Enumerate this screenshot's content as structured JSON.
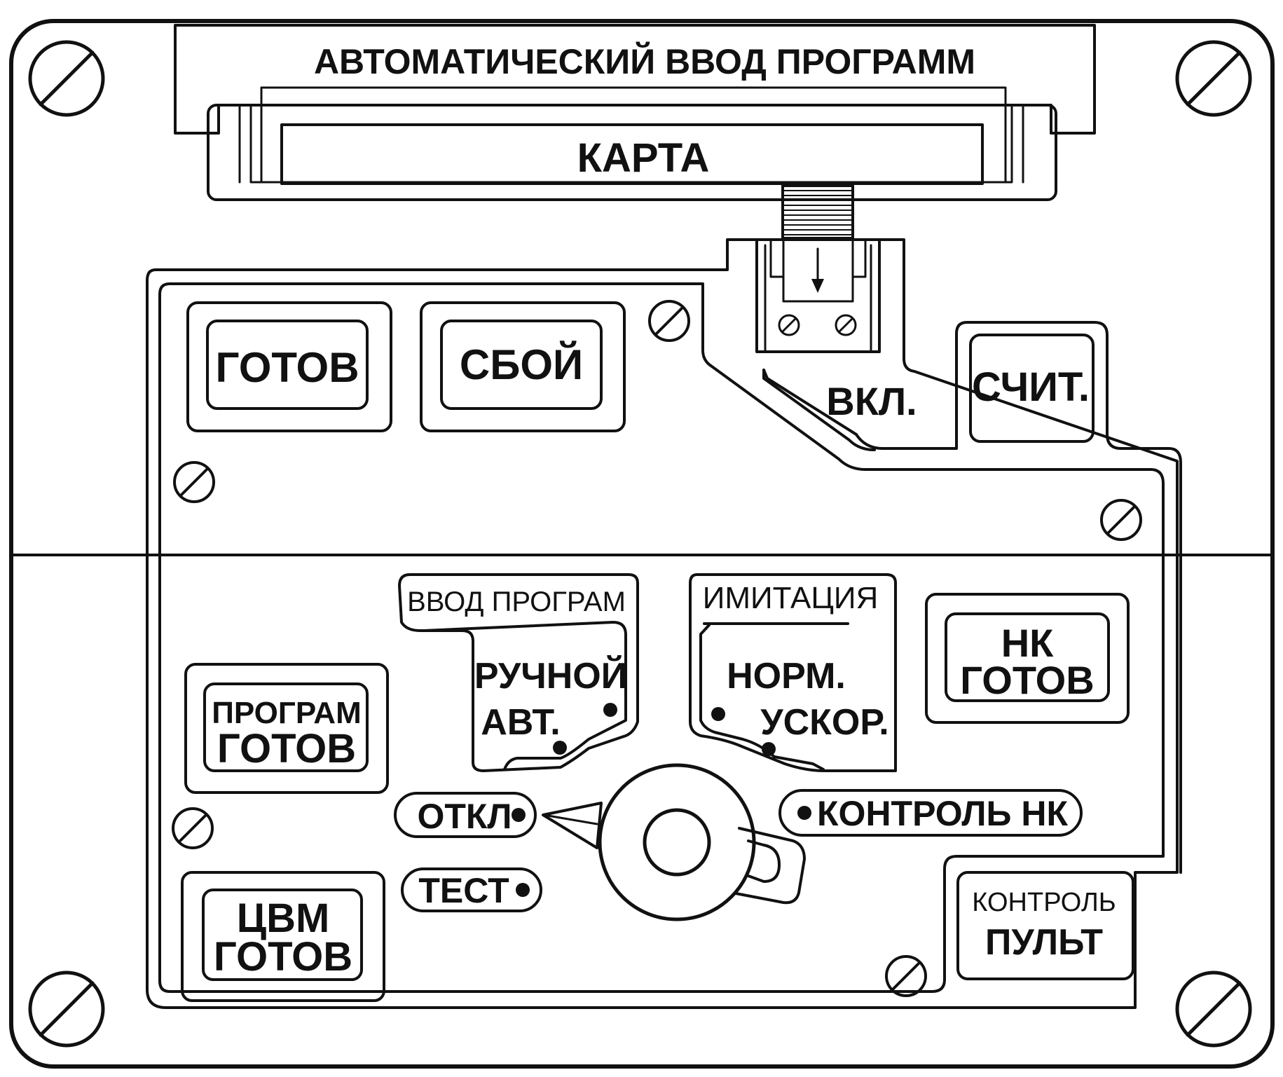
{
  "header": {
    "title": "АВТОМАТИЧЕСКИЙ ВВОД ПРОГРАММ",
    "card_slot": "КАРТА"
  },
  "indicators": {
    "gotov": "ГОТОВ",
    "sboi": "СБОЙ",
    "vkl": "ВКЛ.",
    "schit": "СЧИТ.",
    "program_gotov": [
      "ПРОГРАМ",
      "ГОТОВ"
    ],
    "nk_gotov": [
      "НК",
      "ГОТОВ"
    ],
    "tsvm_gotov": [
      "ЦВМ",
      "ГОТОВ"
    ],
    "kontrol_pult": [
      "КОНТРОЛЬ",
      "ПУЛЬТ"
    ]
  },
  "switches": {
    "input_mode": {
      "title": "ВВОД ПРОГРАМ",
      "options": [
        "РУЧНОЙ",
        "АВТ."
      ]
    },
    "imitation": {
      "title": "ИМИТАЦИЯ",
      "options": [
        "НОРМ.",
        "УСКОР."
      ]
    }
  },
  "rotary_selector": {
    "positions": [
      "ОТКЛ",
      "ТЕСТ",
      "КОНТРОЛЬ НК"
    ]
  }
}
